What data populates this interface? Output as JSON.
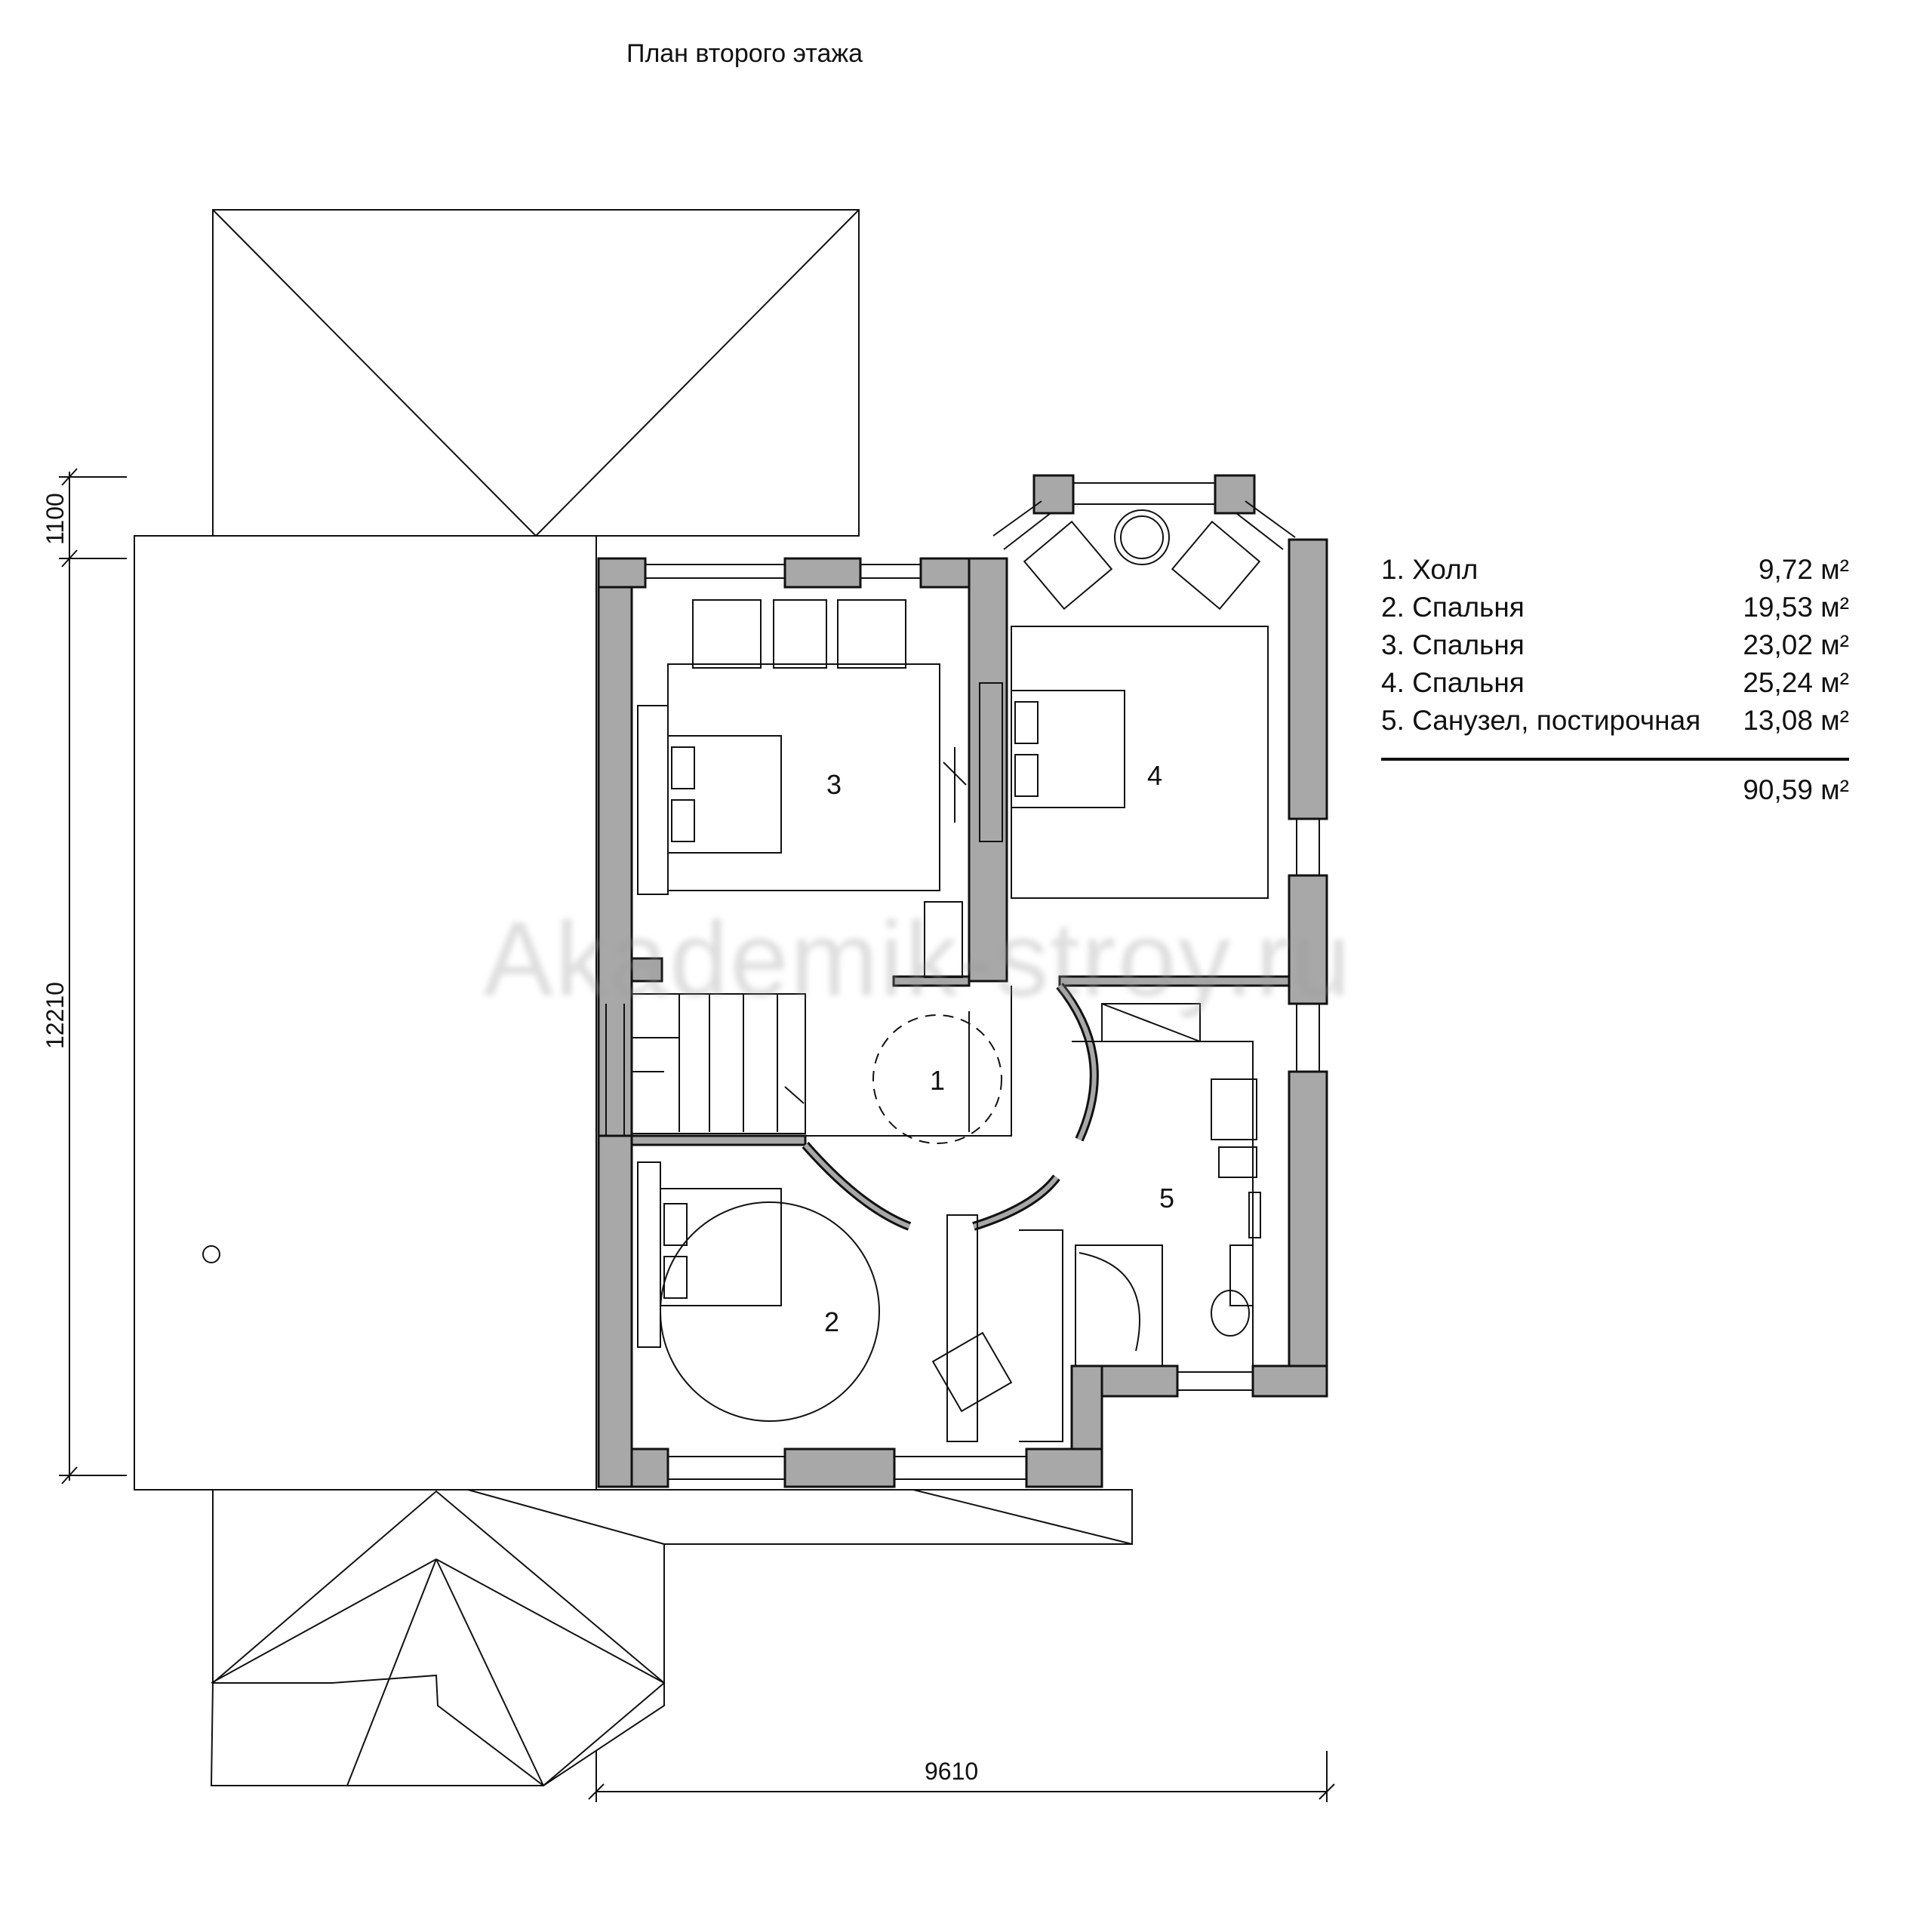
{
  "title": "План второго этажа",
  "legend": {
    "items": [
      {
        "name": "1. Холл",
        "area": "9,72 м²"
      },
      {
        "name": "2. Спальня",
        "area": "19,53 м²"
      },
      {
        "name": "3. Спальня",
        "area": "23,02 м²"
      },
      {
        "name": "4. Спальня",
        "area": "25,24 м²"
      },
      {
        "name": "5. Санузел, постирочная",
        "area": "13,08 м²"
      }
    ],
    "total": "90,59 м²"
  },
  "rooms": {
    "r1": "1",
    "r2": "2",
    "r3": "3",
    "r4": "4",
    "r5": "5"
  },
  "dimensions": {
    "width": "9610",
    "height": "12210",
    "offset": "1100"
  },
  "watermark": "Akademik-stroy.ru",
  "colors": {
    "wall": "#a8a8a8",
    "line": "#111111"
  }
}
